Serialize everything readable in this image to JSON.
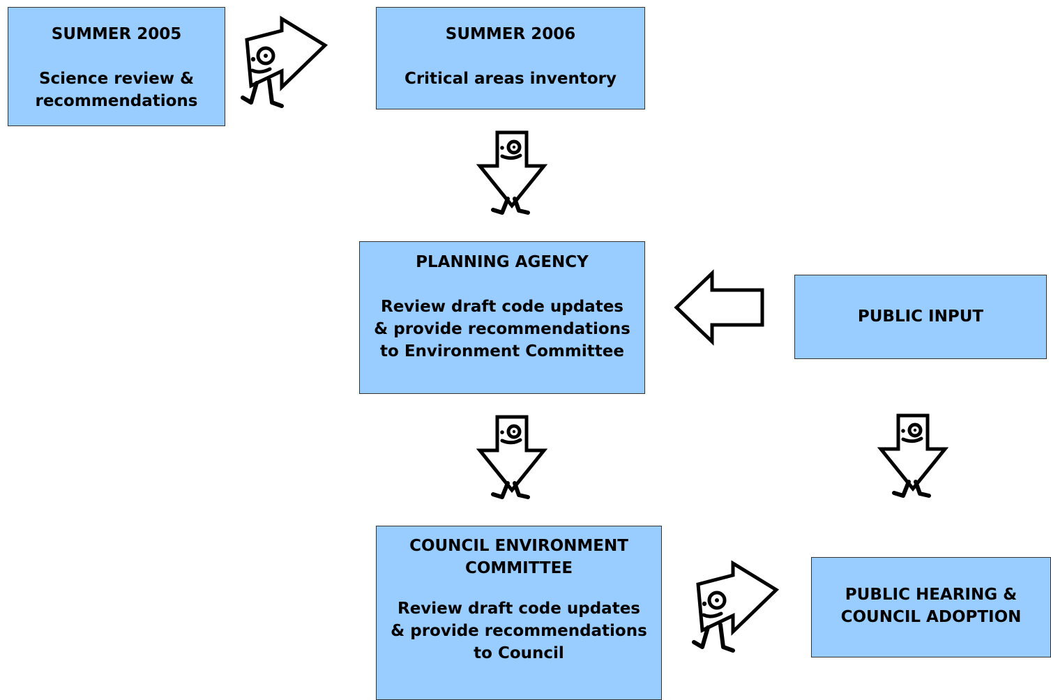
{
  "boxes": {
    "summer2005": {
      "title": "SUMMER 2005",
      "desc": "Science review & recommendations"
    },
    "summer2006": {
      "title": "SUMMER 2006",
      "desc": "Critical areas inventory"
    },
    "planning": {
      "title": "PLANNING AGENCY",
      "desc": "Review draft code updates & provide recommendations to Environment Committee"
    },
    "public_input": {
      "title": "PUBLIC INPUT"
    },
    "council_committee": {
      "title": "COUNCIL ENVIRONMENT COMMITTEE",
      "desc": "Review draft code updates & provide recommendations to Council"
    },
    "public_hearing": {
      "title": "PUBLIC HEARING & COUNCIL ADOPTION"
    }
  },
  "arrows": [
    {
      "icon": "walking-arrow-right-icon",
      "from": "SUMMER 2005",
      "to": "SUMMER 2006"
    },
    {
      "icon": "walking-arrow-down-icon",
      "from": "SUMMER 2006",
      "to": "PLANNING AGENCY"
    },
    {
      "icon": "hollow-arrow-left-icon",
      "from": "PUBLIC INPUT",
      "to": "PLANNING AGENCY"
    },
    {
      "icon": "walking-arrow-down-icon",
      "from": "PLANNING AGENCY",
      "to": "COUNCIL ENVIRONMENT COMMITTEE"
    },
    {
      "icon": "walking-arrow-down-icon",
      "from": "PUBLIC INPUT",
      "to": "PUBLIC HEARING & COUNCIL ADOPTION"
    },
    {
      "icon": "walking-arrow-right-icon",
      "from": "COUNCIL ENVIRONMENT COMMITTEE",
      "to": "PUBLIC HEARING & COUNCIL ADOPTION"
    }
  ],
  "colors": {
    "box_fill": "#99ccff",
    "box_border": "#333333",
    "arrow_stroke": "#000000"
  }
}
